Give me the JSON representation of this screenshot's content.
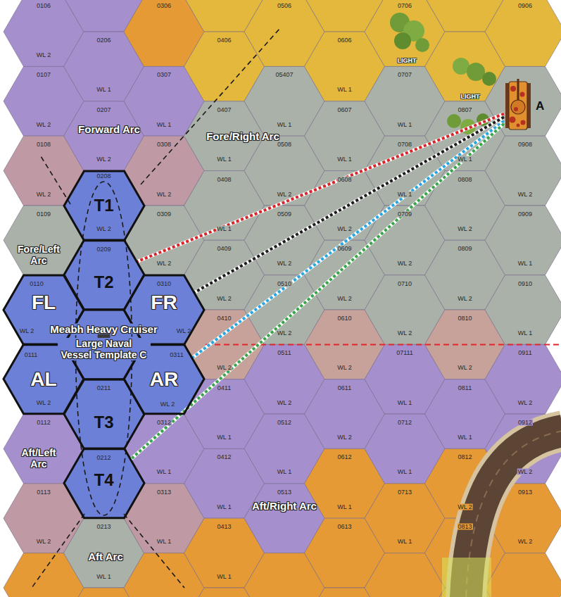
{
  "diagram": {
    "nodes": [
      {
        "text": [
          "A"
        ]
      },
      {
        "text": [
          "0208",
          "T1",
          "WL 2"
        ]
      },
      {
        "text": [
          "0209",
          "T2"
        ]
      },
      {
        "text": [
          "0110",
          "FL",
          "WL 2"
        ]
      },
      {
        "text": [
          "0310",
          "FR",
          "WL 2"
        ]
      },
      {
        "text": [
          "0111",
          "AL",
          "WL 2"
        ]
      },
      {
        "text": [
          "0311",
          "AR",
          "WL 2"
        ]
      },
      {
        "text": [
          "0211",
          "T3"
        ]
      },
      {
        "text": [
          "0212",
          "T4"
        ]
      }
    ],
    "edges": [
      {
        "from": 0,
        "to": 2,
        "arrow": "none"
      },
      {
        "from": 0,
        "to": 4,
        "arrow": "none"
      },
      {
        "from": 0,
        "to": 6,
        "arrow": "none"
      },
      {
        "from": 0,
        "to": 8,
        "arrow": "none"
      }
    ],
    "labels": [
      "Forward Arc",
      "Fore/Right Arc",
      "Fore/Left Arc",
      "Meabh Heavy Cruiser",
      "Large Naval Vessel Template C",
      "Aft/Left Arc",
      "Aft Arc",
      "Aft/Right Arc",
      "LIGHT",
      "LIGHT",
      "0106",
      "WL 2",
      "0206",
      "WL 1",
      "0306",
      "0406",
      "0506",
      "0606",
      "WL 1",
      "0706",
      "0906",
      "0107",
      "WL 2",
      "0207",
      "WL 2",
      "0307",
      "WL 1",
      "0407",
      "WL 1",
      "05407",
      "WL 1",
      "0607",
      "WL 1",
      "0707",
      "WL 1",
      "0807",
      "WL 1",
      "0108",
      "WL 2",
      "0308",
      "WL 2",
      "0408",
      "WL 1",
      "0508",
      "WL 2",
      "0608",
      "WL 2",
      "0708",
      "WL 1",
      "0808",
      "WL 2",
      "0908",
      "WL 2",
      "0109",
      "0309",
      "WL 2",
      "0409",
      "WL 2",
      "0509",
      "WL 2",
      "0609",
      "WL 2",
      "0709",
      "WL 2",
      "0809",
      "WL 2",
      "0909",
      "WL 1",
      "0410",
      "WL 2",
      "0510",
      "WL 2",
      "0610",
      "WL 2",
      "0710",
      "WL 2",
      "0810",
      "WL 2",
      "0910",
      "WL 1",
      "0411",
      "WL 1",
      "0511",
      "WL 2",
      "0611",
      "WL 2",
      "07111",
      "WL 1",
      "0811",
      "WL 1",
      "0911",
      "WL 2",
      "0112",
      "0312",
      "WL 1",
      "0412",
      "WL 1",
      "0512",
      "WL 1",
      "0612",
      "WL 1",
      "0712",
      "WL 1",
      "0812",
      "WL 2",
      "0912",
      "WL 2",
      "0113",
      "WL 2",
      "0213",
      "WL 1",
      "0313",
      "WL 1",
      "0413",
      "WL 1",
      "0513",
      "0613",
      "0713",
      "WL 1",
      "0813",
      "0913",
      "WL 2"
    ]
  }
}
